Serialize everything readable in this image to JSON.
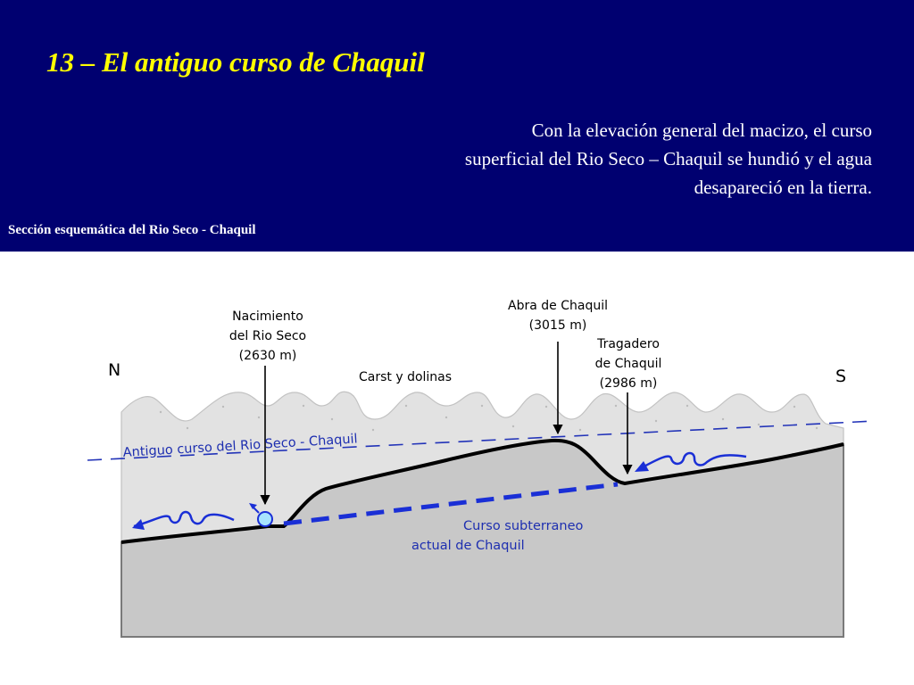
{
  "slide": {
    "title": "13 – El antiguo curso de Chaquil",
    "description": "Con la elevación general del macizo, el curso superficial del Rio Seco – Chaquil se hundió y el agua desapareció en la tierra.",
    "caption": "Sección esquemática del Rio Seco - Chaquil"
  },
  "diagram": {
    "compass": {
      "north": "N",
      "south": "S"
    },
    "labels": {
      "nacimiento": [
        "Nacimiento",
        "del Rio Seco",
        "(2630 m)"
      ],
      "abra": [
        "Abra de Chaquil",
        "(3015 m)"
      ],
      "tragadero": [
        "Tragadero",
        "de Chaquil",
        "(2986 m)"
      ],
      "carst": "Carst y dolinas",
      "antiguo_curso": "Antiguo curso del Rio Seco - Chaquil",
      "curso_subterraneo": [
        "Curso subterraneo",
        "actual de Chaquil"
      ]
    },
    "colors": {
      "header_bg": "#000070",
      "title": "#ffff00",
      "karst_fill": "#e2e2e2",
      "rock_fill": "#c8c8c8",
      "water_blue": "#1a2fd6",
      "label_blue": "#1e2fb0"
    }
  }
}
